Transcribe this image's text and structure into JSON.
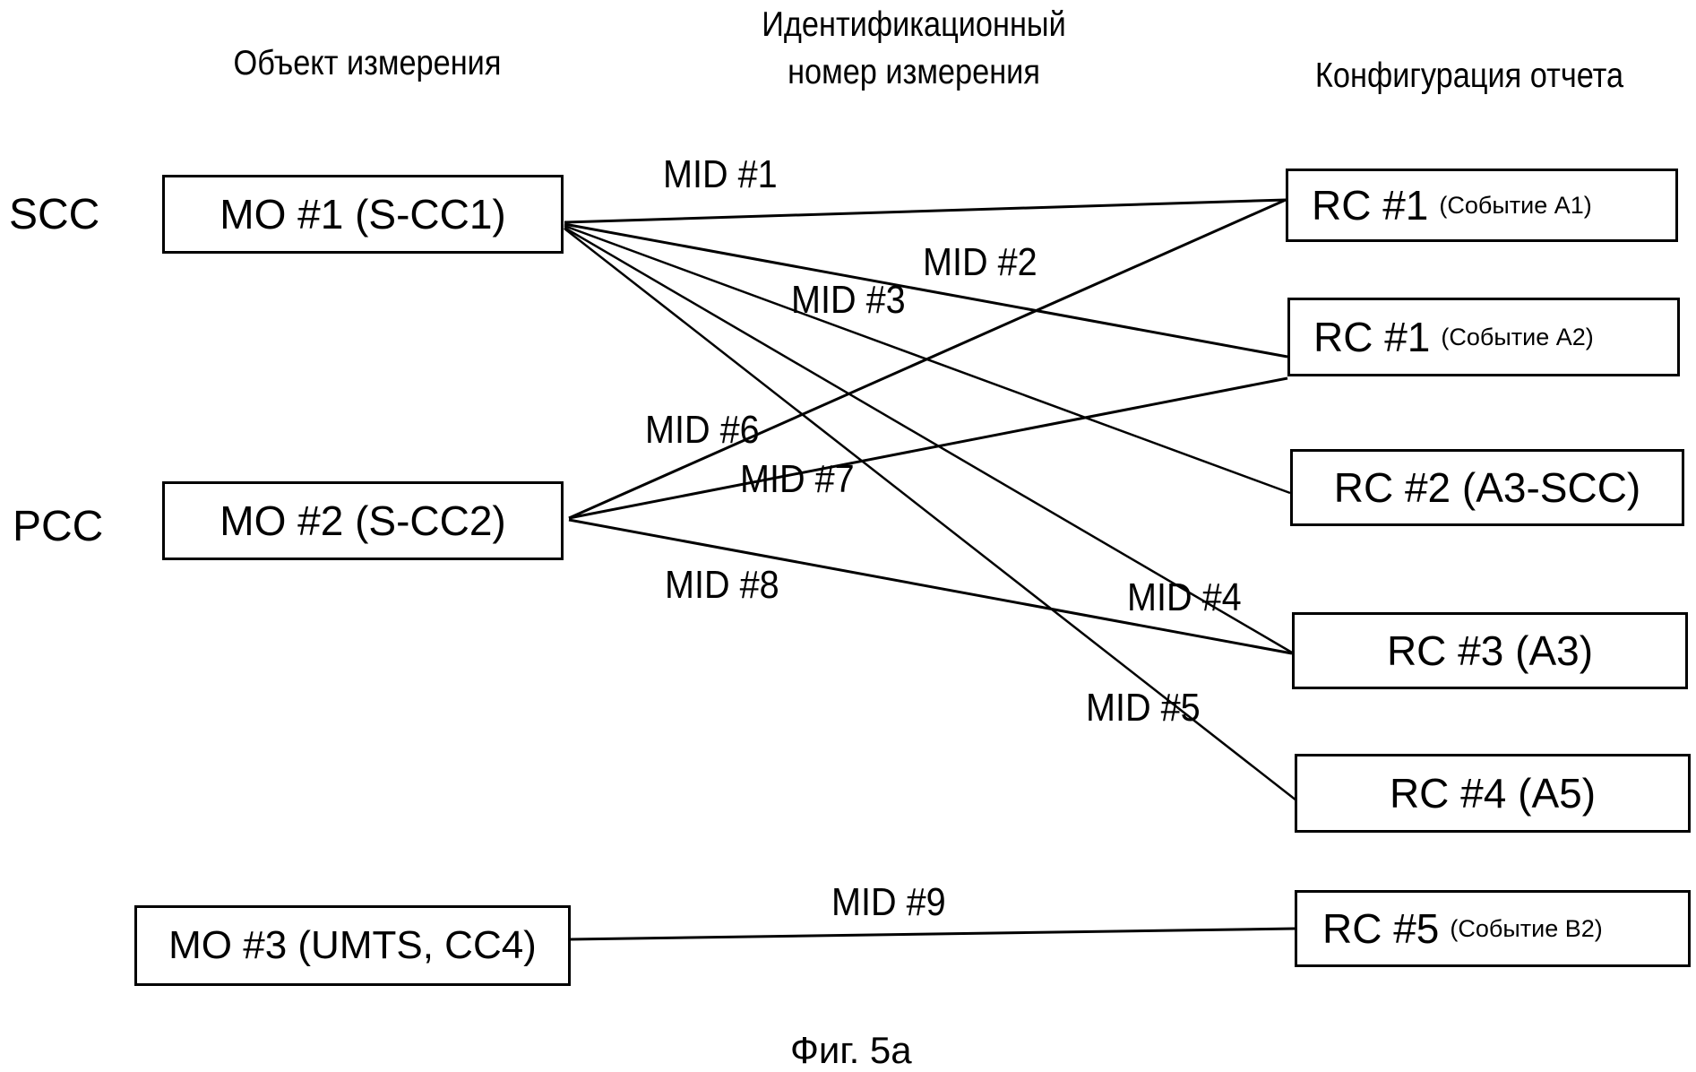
{
  "headers": {
    "measurement_object": "Объект измерения",
    "measurement_id_line1": "Идентификационный",
    "measurement_id_line2": "номер измерения",
    "report_config": "Конфигурация отчета"
  },
  "side_labels": {
    "scc": "SCC",
    "pcc": "PCC"
  },
  "measurement_objects": [
    {
      "id": "mo1",
      "label": "MO #1 (S-CC1)"
    },
    {
      "id": "mo2",
      "label": "MO #2 (S-CC2)"
    },
    {
      "id": "mo3",
      "label": "MO #3 (UMTS, CC4)"
    }
  ],
  "report_configs": [
    {
      "id": "rc1a1",
      "main": "RC #1",
      "sub": "(Событие A1)"
    },
    {
      "id": "rc1a2",
      "main": "RC #1",
      "sub": "(Событие A2)"
    },
    {
      "id": "rc2",
      "main": "RC #2 (A3-SCC)",
      "sub": ""
    },
    {
      "id": "rc3",
      "main": "RC #3 (A3)",
      "sub": ""
    },
    {
      "id": "rc4",
      "main": "RC #4 (A5)",
      "sub": ""
    },
    {
      "id": "rc5",
      "main": "RC #5",
      "sub": "(Событие B2)"
    }
  ],
  "links": [
    {
      "label": "MID #1",
      "from": "mo1",
      "to": "rc1a1"
    },
    {
      "label": "MID #2",
      "from": "mo1",
      "to": "rc1a2"
    },
    {
      "label": "MID #3",
      "from": "mo1",
      "to": "rc2"
    },
    {
      "label": "MID #4",
      "from": "mo1",
      "to": "rc3"
    },
    {
      "label": "MID #5",
      "from": "mo1",
      "to": "rc4"
    },
    {
      "label": "MID #6",
      "from": "mo2",
      "to": "rc1a1"
    },
    {
      "label": "MID #7",
      "from": "mo2",
      "to": "rc1a2"
    },
    {
      "label": "MID #8",
      "from": "mo2",
      "to": "rc3"
    },
    {
      "label": "MID #9",
      "from": "mo3",
      "to": "rc5"
    }
  ],
  "caption": "Фиг. 5a"
}
